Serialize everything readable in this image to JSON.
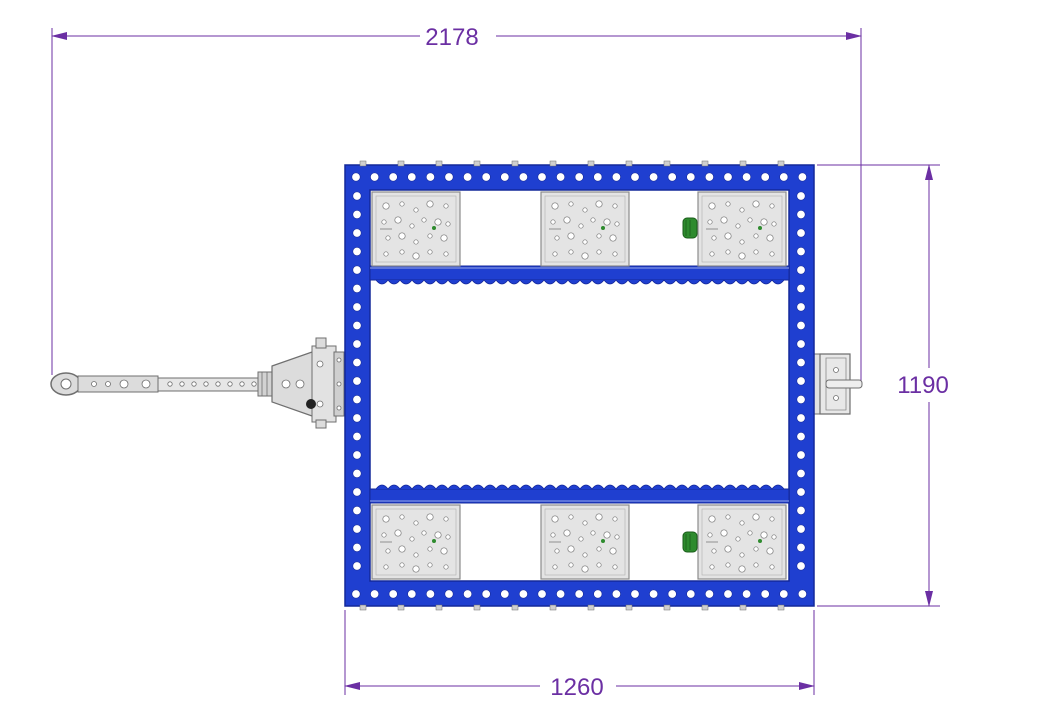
{
  "colors": {
    "dimension": "#6b2fa3",
    "frame_blue": "#1f3fd0",
    "frame_blue_dark": "#14289a",
    "hole": "#ffffff",
    "plate": "#e4e4e4",
    "plate_edge": "#8c8c8c",
    "hitch_metal": "#dcdcdc",
    "hitch_edge": "#6f6f6f",
    "wheel_green": "#2e8b2e"
  },
  "icons": {
    "tow-bar": "tow-bar-icon",
    "hitch-pin": "hitch-pin-icon",
    "caster-plate": "caster-plate-icon",
    "wheel": "wheel-icon"
  },
  "dimensions": {
    "overall_length": "2178",
    "height": "1190",
    "frame_width": "1260"
  }
}
